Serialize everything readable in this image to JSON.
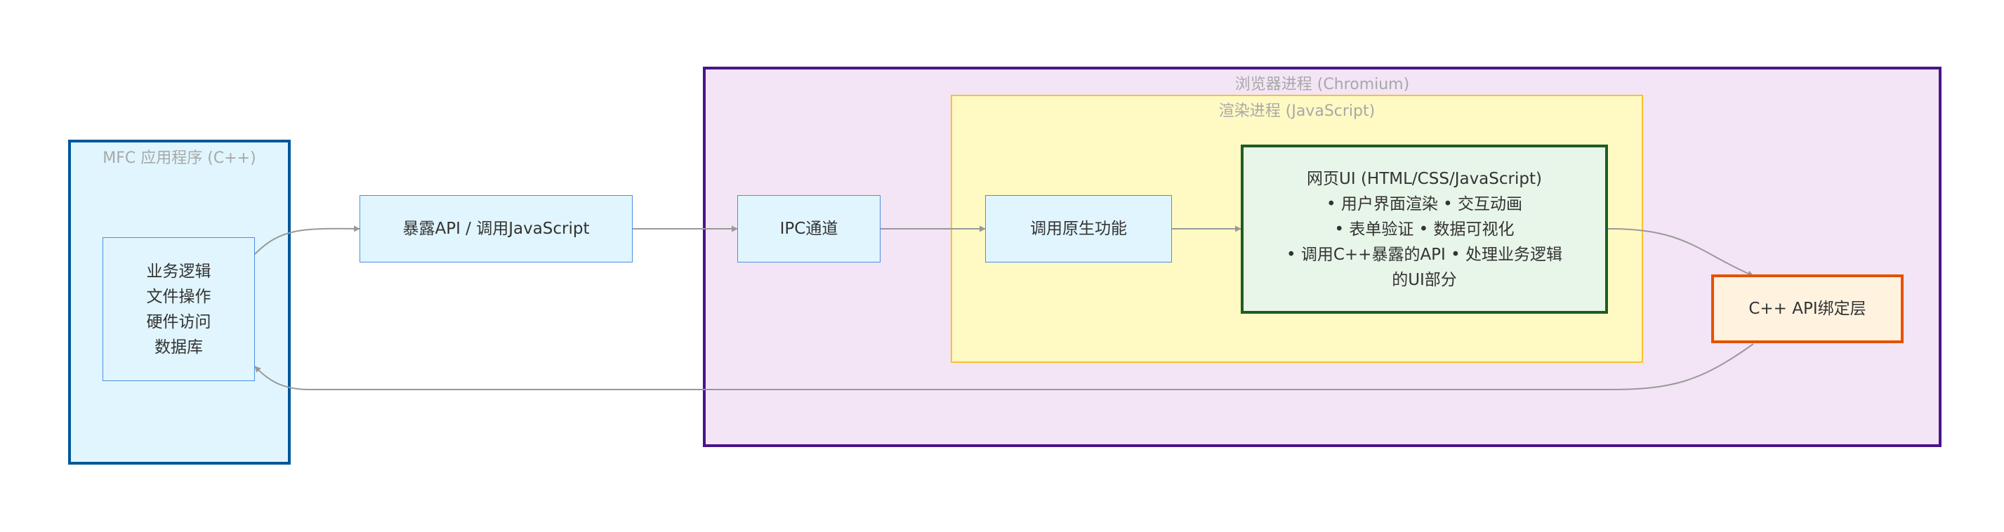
{
  "clusters": {
    "mfc_app": {
      "title": "MFC 应用程序 (C++)"
    },
    "browser": {
      "title": "浏览器进程 (Chromium)"
    },
    "renderer": {
      "title": "渲染进程 (JavaScript)"
    }
  },
  "nodes": {
    "business": {
      "lines": [
        "业务逻辑",
        "文件操作",
        "硬件访问",
        "数据库"
      ]
    },
    "expose_api": {
      "label": "暴露API / 调用JavaScript"
    },
    "ipc": {
      "label": "IPC通道"
    },
    "native_call": {
      "label": "调用原生功能"
    },
    "web_ui": {
      "lines": [
        "网页UI (HTML/CSS/JavaScript)",
        "• 用户界面渲染 • 交互动画",
        "• 表单验证 • 数据可视化",
        "• 调用C++暴露的API • 处理业务逻辑",
        "的UI部分"
      ]
    },
    "binding": {
      "label": "C++ API绑定层"
    }
  },
  "colors": {
    "mfc_fill": "#e1f5fe",
    "mfc_border": "#01579b",
    "browser_fill": "#f3e5f5",
    "browser_border": "#4a148c",
    "renderer_fill": "#fff9c4",
    "renderer_border": "#fbc02d",
    "node_fill": "#e1f5fe",
    "node_border": "#4a90e2",
    "webui_fill": "#e8f5e9",
    "webui_border": "#1b5e20",
    "binding_fill": "#fff3e0",
    "binding_border": "#e65100",
    "edge": "#999999"
  }
}
